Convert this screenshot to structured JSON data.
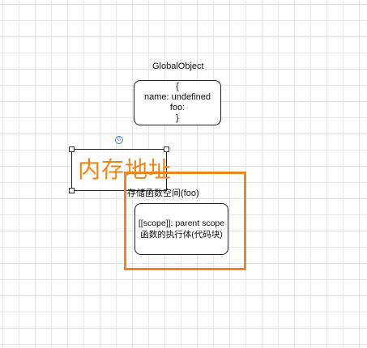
{
  "global_object": {
    "title": "GlobalObject",
    "lines": [
      "{",
      "name: undefined",
      "foo:",
      "}"
    ]
  },
  "annotation": {
    "memory_address": "内存地址"
  },
  "function_space": {
    "title": "存储函数空间(foo)",
    "lines": [
      "[[scope]]: parent scope",
      "函数的执行体(代码块)"
    ]
  },
  "colors": {
    "accent": "#f2841a",
    "grid": "#e6e6e6",
    "border": "#222222"
  }
}
